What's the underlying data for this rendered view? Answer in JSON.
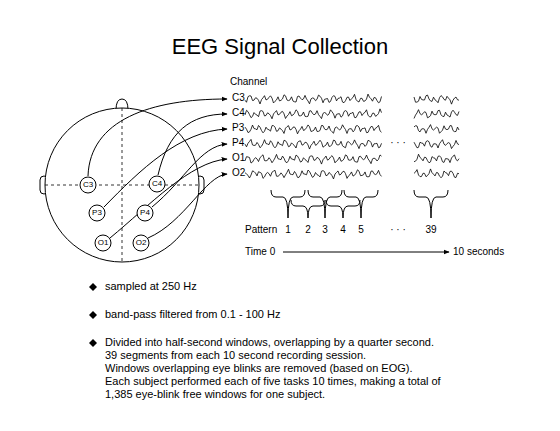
{
  "diagram": {
    "title": "EEG Signal Collection",
    "nodes": [
      {
        "text": [
          "C3"
        ]
      },
      {
        "text": [
          "C4"
        ]
      },
      {
        "text": [
          "P3"
        ]
      },
      {
        "text": [
          "P4"
        ]
      },
      {
        "text": [
          "O1"
        ]
      },
      {
        "text": [
          "O2"
        ]
      }
    ],
    "labels": [
      "Channel",
      "C3",
      "C4",
      "P3",
      "P4",
      "O1",
      "O2",
      "· · ·",
      "Pattern",
      "1",
      "2",
      "3",
      "4",
      "5",
      "· · ·",
      "39",
      "Time 0",
      "10 seconds",
      "sampled at 250 Hz",
      "band-pass filtered from 0.1 - 100 Hz",
      "Divided into half-second windows, overlapping by a quarter second.",
      "39 segments from each 10 second recording session.",
      "Windows overlapping eye blinks are removed (based on EOG).",
      "Each subject performed each of five tasks 10 times, making a total of",
      "1,385 eye-blink free windows for one subject."
    ]
  }
}
